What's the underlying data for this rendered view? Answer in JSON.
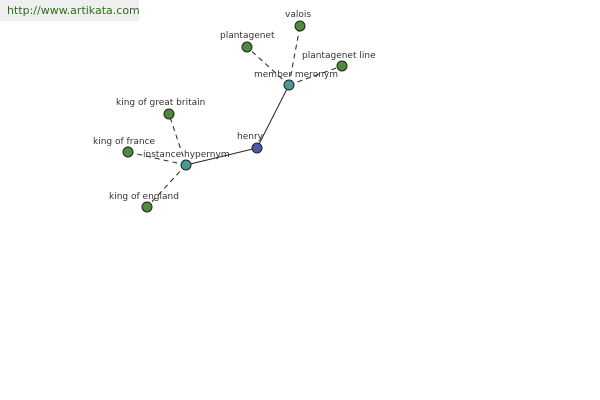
{
  "header": {
    "url": "http://www.artikata.com"
  },
  "graph": {
    "colors": {
      "center": "#4a5aa8",
      "relation": "#4a9a9a",
      "leaf": "#4e8a3e",
      "edge": "#222222",
      "node_stroke": "#222222"
    },
    "nodes": [
      {
        "id": "henry",
        "label": "henry",
        "kind": "center"
      },
      {
        "id": "member-meronym",
        "label": "member meronym",
        "kind": "relation"
      },
      {
        "id": "instance-hypernym",
        "label": "instance hypernym",
        "kind": "relation"
      },
      {
        "id": "valois",
        "label": "valois",
        "kind": "leaf"
      },
      {
        "id": "plantagenet",
        "label": "plantagenet",
        "kind": "leaf"
      },
      {
        "id": "plantagenet-line",
        "label": "plantagenet line",
        "kind": "leaf"
      },
      {
        "id": "king-of-great-britain",
        "label": "king of great britain",
        "kind": "leaf"
      },
      {
        "id": "king-of-france",
        "label": "king of france",
        "kind": "leaf"
      },
      {
        "id": "king-of-england",
        "label": "king of england",
        "kind": "leaf"
      }
    ],
    "edges": [
      {
        "from": "henry",
        "to": "member-meronym",
        "style": "solid"
      },
      {
        "from": "henry",
        "to": "instance-hypernym",
        "style": "solid"
      },
      {
        "from": "member-meronym",
        "to": "valois",
        "style": "dashed"
      },
      {
        "from": "member-meronym",
        "to": "plantagenet",
        "style": "dashed"
      },
      {
        "from": "member-meronym",
        "to": "plantagenet-line",
        "style": "dashed"
      },
      {
        "from": "instance-hypernym",
        "to": "king-of-great-britain",
        "style": "dashed"
      },
      {
        "from": "instance-hypernym",
        "to": "king-of-france",
        "style": "dashed"
      },
      {
        "from": "instance-hypernym",
        "to": "king-of-england",
        "style": "dashed"
      }
    ]
  }
}
